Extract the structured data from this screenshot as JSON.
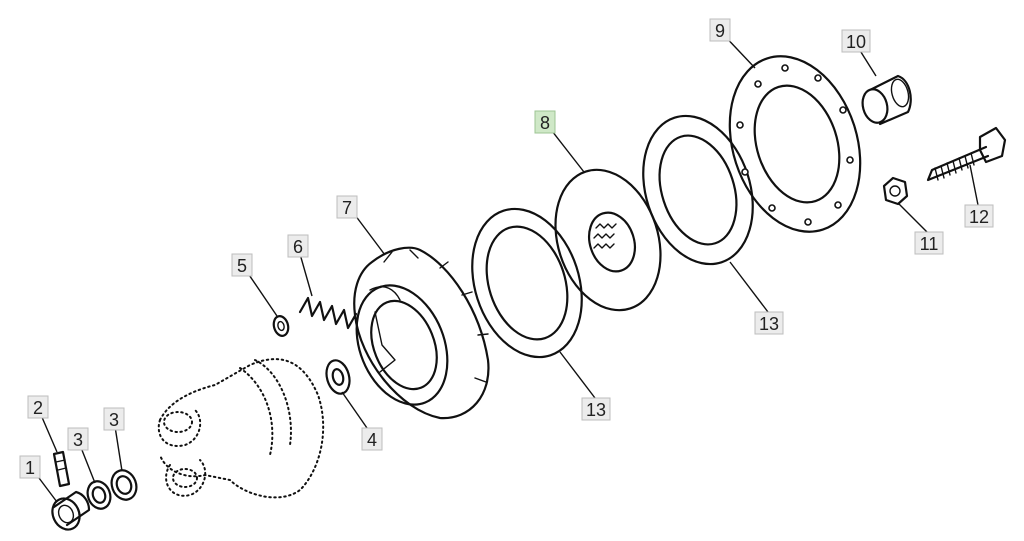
{
  "callouts": [
    {
      "id": "1",
      "text": "1",
      "highlight": false
    },
    {
      "id": "2",
      "text": "2",
      "highlight": false
    },
    {
      "id": "3a",
      "text": "3",
      "highlight": false
    },
    {
      "id": "3b",
      "text": "3",
      "highlight": false
    },
    {
      "id": "4",
      "text": "4",
      "highlight": false
    },
    {
      "id": "5",
      "text": "5",
      "highlight": false
    },
    {
      "id": "6",
      "text": "6",
      "highlight": false
    },
    {
      "id": "7",
      "text": "7",
      "highlight": false
    },
    {
      "id": "8",
      "text": "8",
      "highlight": true
    },
    {
      "id": "9",
      "text": "9",
      "highlight": false
    },
    {
      "id": "10",
      "text": "10",
      "highlight": false
    },
    {
      "id": "11",
      "text": "11",
      "highlight": false
    },
    {
      "id": "12",
      "text": "12",
      "highlight": false
    },
    {
      "id": "13a",
      "text": "13",
      "highlight": false
    },
    {
      "id": "13b",
      "text": "13",
      "highlight": false
    }
  ],
  "colors": {
    "highlight": "#cfe8c7",
    "label_bg": "#ececec",
    "line": "#111111"
  }
}
